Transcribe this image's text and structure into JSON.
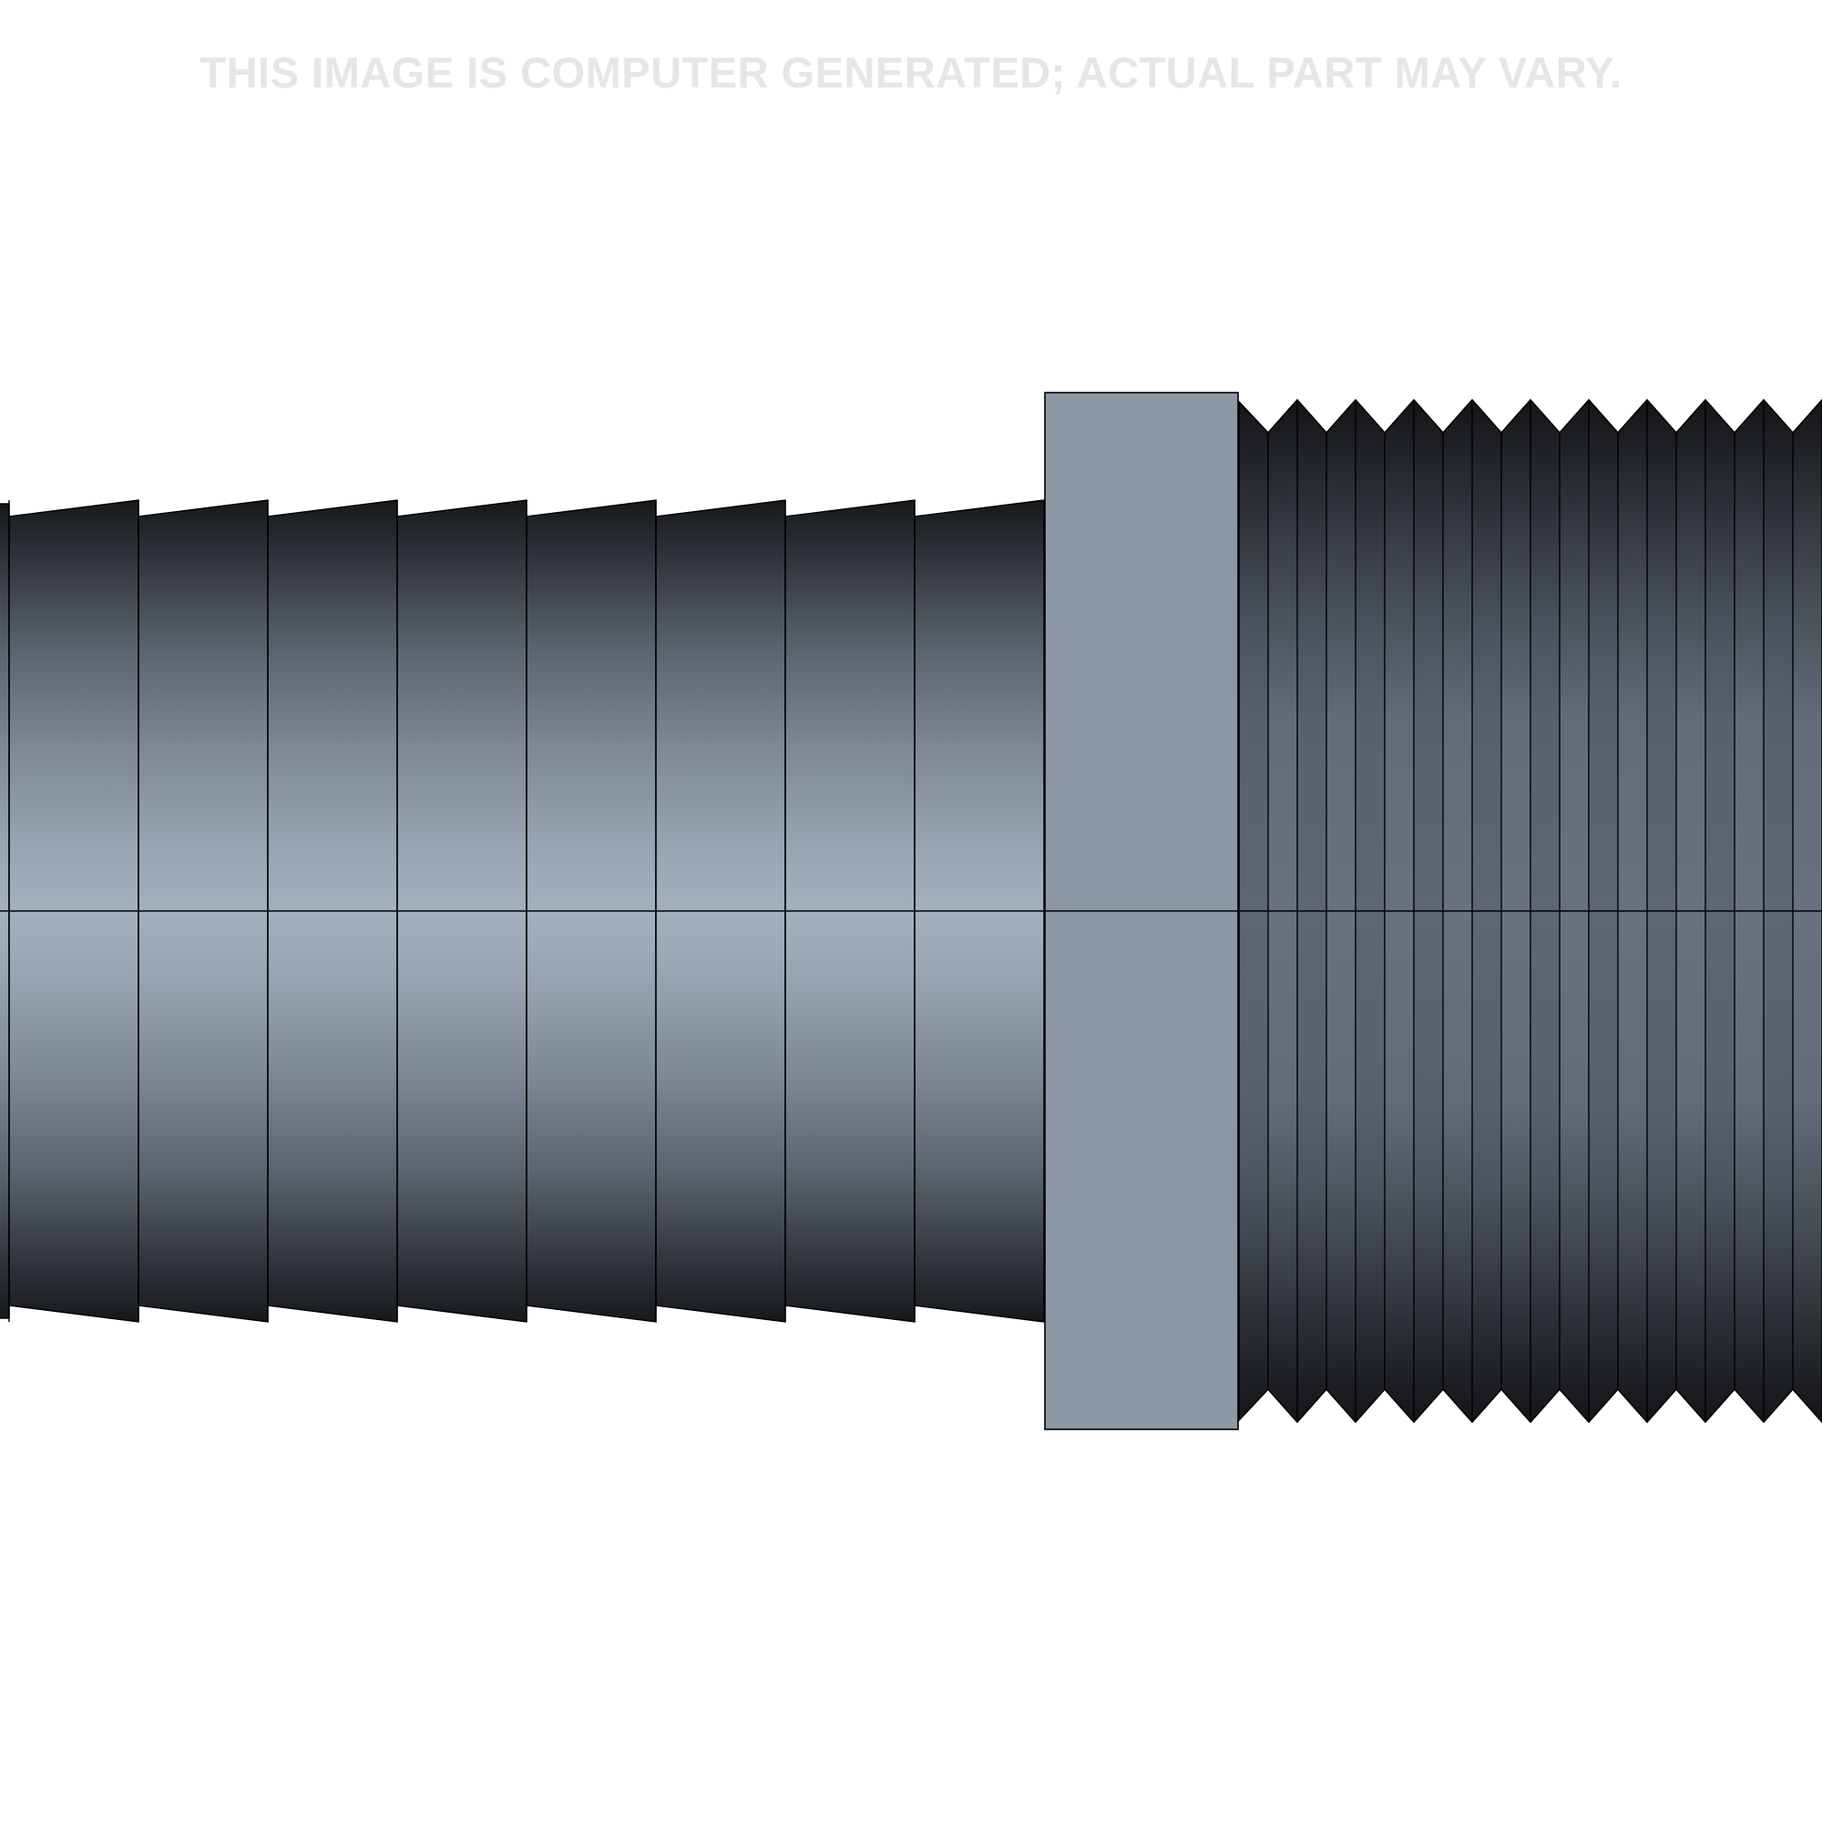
{
  "disclaimer": "THIS IMAGE IS COMPUTER GENERATED; ACTUAL PART MAY VARY.",
  "part": {
    "barb_ridges": 8,
    "thread_crests": 10,
    "colors": {
      "background": "#ffffff",
      "body_light": "#a3b0be",
      "body_mid": "#8996a3",
      "body_dark": "#1a1c1f",
      "hex_flat": "#8c98a5",
      "thread_light": "#5b6572",
      "thread_dark": "#1e2024",
      "outline": "#000000",
      "watermark_text": "#e6e6e6"
    }
  }
}
